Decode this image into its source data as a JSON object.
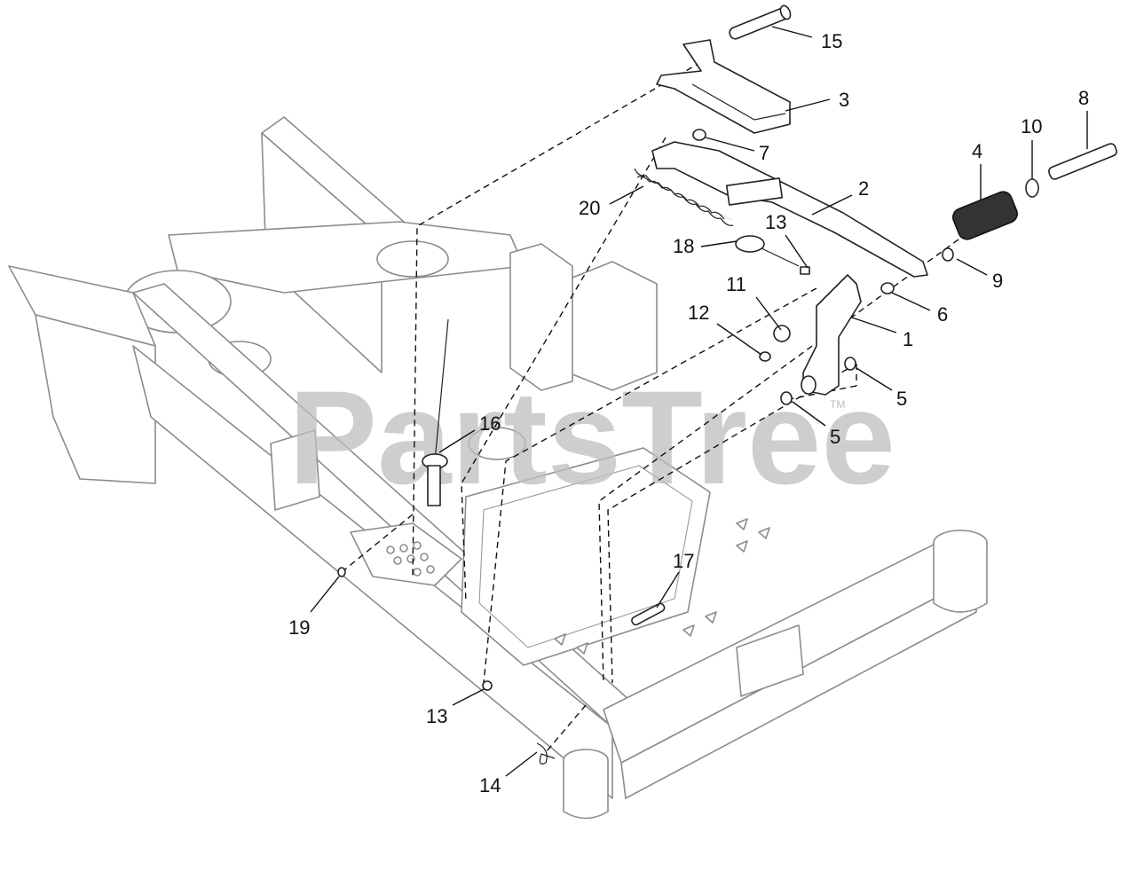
{
  "watermark": {
    "text": "PartsTree",
    "trademark": "TM"
  },
  "callouts": [
    {
      "id": "c15",
      "label": "15"
    },
    {
      "id": "c3",
      "label": "3"
    },
    {
      "id": "c7",
      "label": "7"
    },
    {
      "id": "c8",
      "label": "8"
    },
    {
      "id": "c10",
      "label": "10"
    },
    {
      "id": "c4",
      "label": "4"
    },
    {
      "id": "c2",
      "label": "2"
    },
    {
      "id": "c20",
      "label": "20"
    },
    {
      "id": "c13a",
      "label": "13"
    },
    {
      "id": "c18",
      "label": "18"
    },
    {
      "id": "c9",
      "label": "9"
    },
    {
      "id": "c11",
      "label": "11"
    },
    {
      "id": "c6",
      "label": "6"
    },
    {
      "id": "c12",
      "label": "12"
    },
    {
      "id": "c1",
      "label": "1"
    },
    {
      "id": "c5a",
      "label": "5"
    },
    {
      "id": "c5b",
      "label": "5"
    },
    {
      "id": "c16",
      "label": "16"
    },
    {
      "id": "c17",
      "label": "17"
    },
    {
      "id": "c19",
      "label": "19"
    },
    {
      "id": "c13b",
      "label": "13"
    },
    {
      "id": "c14",
      "label": "14"
    }
  ]
}
